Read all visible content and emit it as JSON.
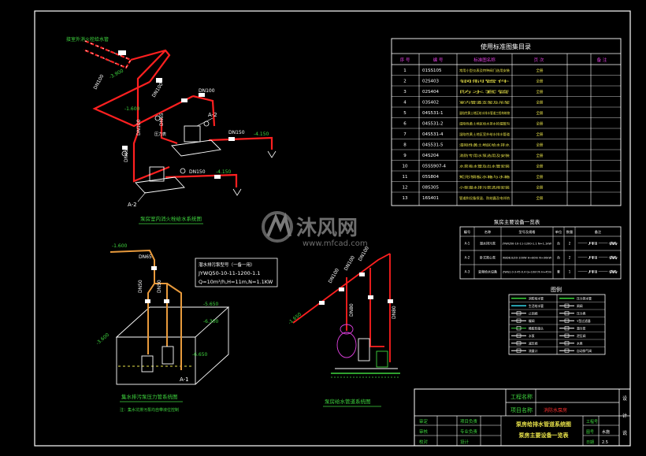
{
  "colors": {
    "background": "#000000",
    "frame": "#ffffff",
    "pipe_red": "#ff2020",
    "pipe_orange": "#e89a3c",
    "pipe_green": "#39d43a",
    "label_green": "#3fd63f",
    "cyan": "#35d7e8",
    "yellow": "#e8e24a",
    "magenta": "#e040e0",
    "white": "#ffffff",
    "gray": "#888888"
  },
  "diagram1": {
    "title": "泵房室内消火栓给水系统图",
    "top_note": "接室外消火栓给水管",
    "labels": [
      "DN100",
      "-3.900",
      "-1.600",
      "DN100",
      "DN100",
      "DN100",
      "DN65",
      "压力表",
      "DN65",
      "DN150",
      "DN150",
      "-4.150",
      "-4.150"
    ],
    "tags": [
      "A-2",
      "A-2"
    ]
  },
  "diagram2": {
    "title": "集水排污泵压力管系统图",
    "labels": [
      "-1.600",
      "DN65",
      "DN50",
      "DN50",
      "-5.650",
      "-6.300",
      "-3.600",
      "-6.650"
    ],
    "note_lines": [
      "潜水排污泵型号（一备一用）",
      "JYWQ50-10-11-1200-1.1",
      "Q=10m³/h,H=11m,N=1.1KW"
    ],
    "tags": [
      "A-1"
    ],
    "footnote": "注：集水坑排污泵均自带液位控制"
  },
  "diagram3": {
    "title": "泵房给水管道系统图",
    "labels": [
      "DN100",
      "DN100",
      "DN100",
      "DN80",
      "DN80",
      "-1.650"
    ]
  },
  "standards_table": {
    "title": "使用标准图集目录",
    "headers": [
      "序 号",
      "编  号",
      "标准图名称",
      "页 次",
      "备 注"
    ],
    "rows": [
      [
        "1",
        "01SS105",
        "常用小型仪表及特种阀门选用安装",
        "全册",
        ""
      ],
      [
        "2",
        "02S403",
        "钢制管件",
        "全册",
        ""
      ],
      [
        "3",
        "02S404",
        "防水套管",
        "全册",
        ""
      ],
      [
        "4",
        "03S402",
        "室内管道支架及吊架",
        "全册",
        ""
      ],
      [
        "5",
        "04S531-1",
        "湿陷性黄土地区给水排水管道工程构筑物",
        "全册",
        ""
      ],
      [
        "6",
        "04S531-2",
        "湿陷性黄土地区给水排水检漏管沟",
        "全册",
        ""
      ],
      [
        "7",
        "04S531-4",
        "湿陷性黄土地区室外给水排水管道",
        "全册",
        ""
      ],
      [
        "8",
        "04S531-5",
        "湿陷性黄土地区给水排水",
        "全册",
        ""
      ],
      [
        "9",
        "04S204",
        "消防专用水泵选用及安装",
        "全册",
        ""
      ],
      [
        "10",
        "05SS907-4",
        "水泵吸水管及出水管安装",
        "全册",
        ""
      ],
      [
        "11",
        "05S804",
        "矩形钢板水箱与水箱",
        "全册",
        ""
      ],
      [
        "12",
        "08S305",
        "小型潜水排污泵选用安装",
        "全册",
        ""
      ],
      [
        "13",
        "16S401",
        "管道和设备保温、防结露及电伴热",
        "全册",
        ""
      ]
    ]
  },
  "equipment_table": {
    "title": "泵房主要设备一览表",
    "headers": [
      "编号",
      "名称",
      "型号及规格",
      "单位",
      "数量",
      "备注"
    ],
    "rows": [
      [
        "A-1",
        "潜水排污泵",
        "JYWQ50-10-11-1200-1.1 N=1.1kW",
        "台",
        "2",
        "一用一备"
      ],
      [
        "A-2",
        "卧式离心泵",
        "XBD8.0/20-100W H=80m N=30kW",
        "台",
        "2",
        "一用一备"
      ],
      [
        "A-3",
        "变频给水设备",
        "ZWG2.0-3-45-0.4 Q=10m³/h H=45m",
        "套",
        "1",
        "一用一备"
      ]
    ]
  },
  "legend": {
    "title": "图例",
    "items": [
      "消防给水管",
      "压力排水管",
      "生活给水管",
      "闸阀",
      "止回阀",
      "压力表",
      "蝶阀",
      "Y型过滤器",
      "橡胶软接头",
      "潜污泵",
      "水泵",
      "泄压阀",
      "减压阀",
      "水表",
      "流量计",
      "自动排气阀"
    ]
  },
  "title_block": {
    "project_label": "工程名称",
    "item_label": "项目名称",
    "item_value": "消防水泵房",
    "drawing_title_1": "泵房给排水管道系统图",
    "drawing_title_2": "泵房主要设备一览表",
    "role_labels": [
      "审定",
      "审核",
      "校对"
    ],
    "role_labels_2": [
      "项目负责",
      "专业负责",
      "设计"
    ],
    "right_labels": [
      "工程号",
      "图号",
      "日期"
    ],
    "right_values": [
      "",
      "水施",
      "2.5"
    ],
    "side_tab": [
      "设",
      "计",
      "说"
    ]
  },
  "watermark": {
    "brand": "沐风网",
    "url": "www.mfcad.com"
  }
}
